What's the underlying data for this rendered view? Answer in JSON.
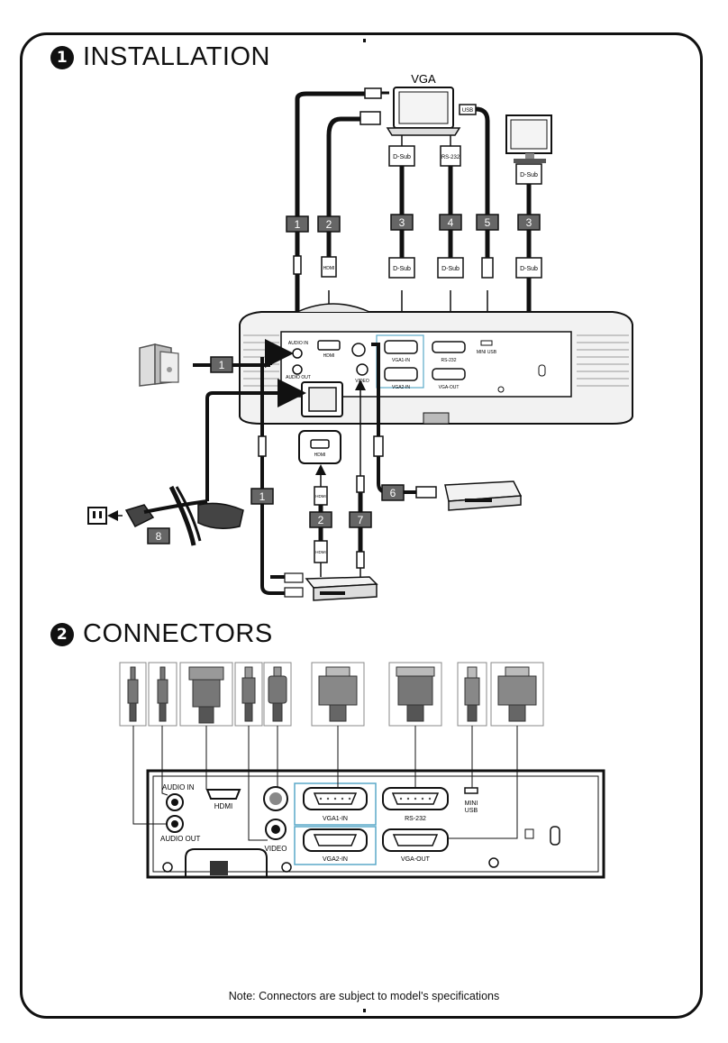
{
  "installation": {
    "number": "1",
    "title": "INSTALLATION",
    "vga_label": "VGA",
    "cable_numbers": [
      "1",
      "2",
      "3",
      "4",
      "5",
      "3",
      "1",
      "6",
      "2",
      "7",
      "1",
      "8"
    ],
    "plug_labels": {
      "hdmi": "HDMI",
      "dsub": "D-Sub",
      "rs232": "RS-232",
      "usb": "USB"
    },
    "ports": {
      "audio_in": "AUDIO IN",
      "audio_out": "AUDIO OUT",
      "hdmi": "HDMI",
      "vga1_in": "VGA1-IN",
      "vga2_in": "VGA2-IN",
      "rs232": "RS-232",
      "mini_usb": "MINI USB",
      "vga_out": "VGA-OUT",
      "video": "VIDEO"
    }
  },
  "connectors": {
    "number": "2",
    "title": "CONNECTORS",
    "ports": {
      "audio_in": "AUDIO IN",
      "audio_out": "AUDIO OUT",
      "hdmi": "HDMI",
      "video": "VIDEO",
      "vga1_in": "VGA1-IN",
      "vga2_in": "VGA2-IN",
      "rs232": "RS-232",
      "vga_out": "VGA-OUT",
      "mini": "MINI",
      "usb": "USB"
    }
  },
  "note": "Note: Connectors are subject to model's specifications"
}
